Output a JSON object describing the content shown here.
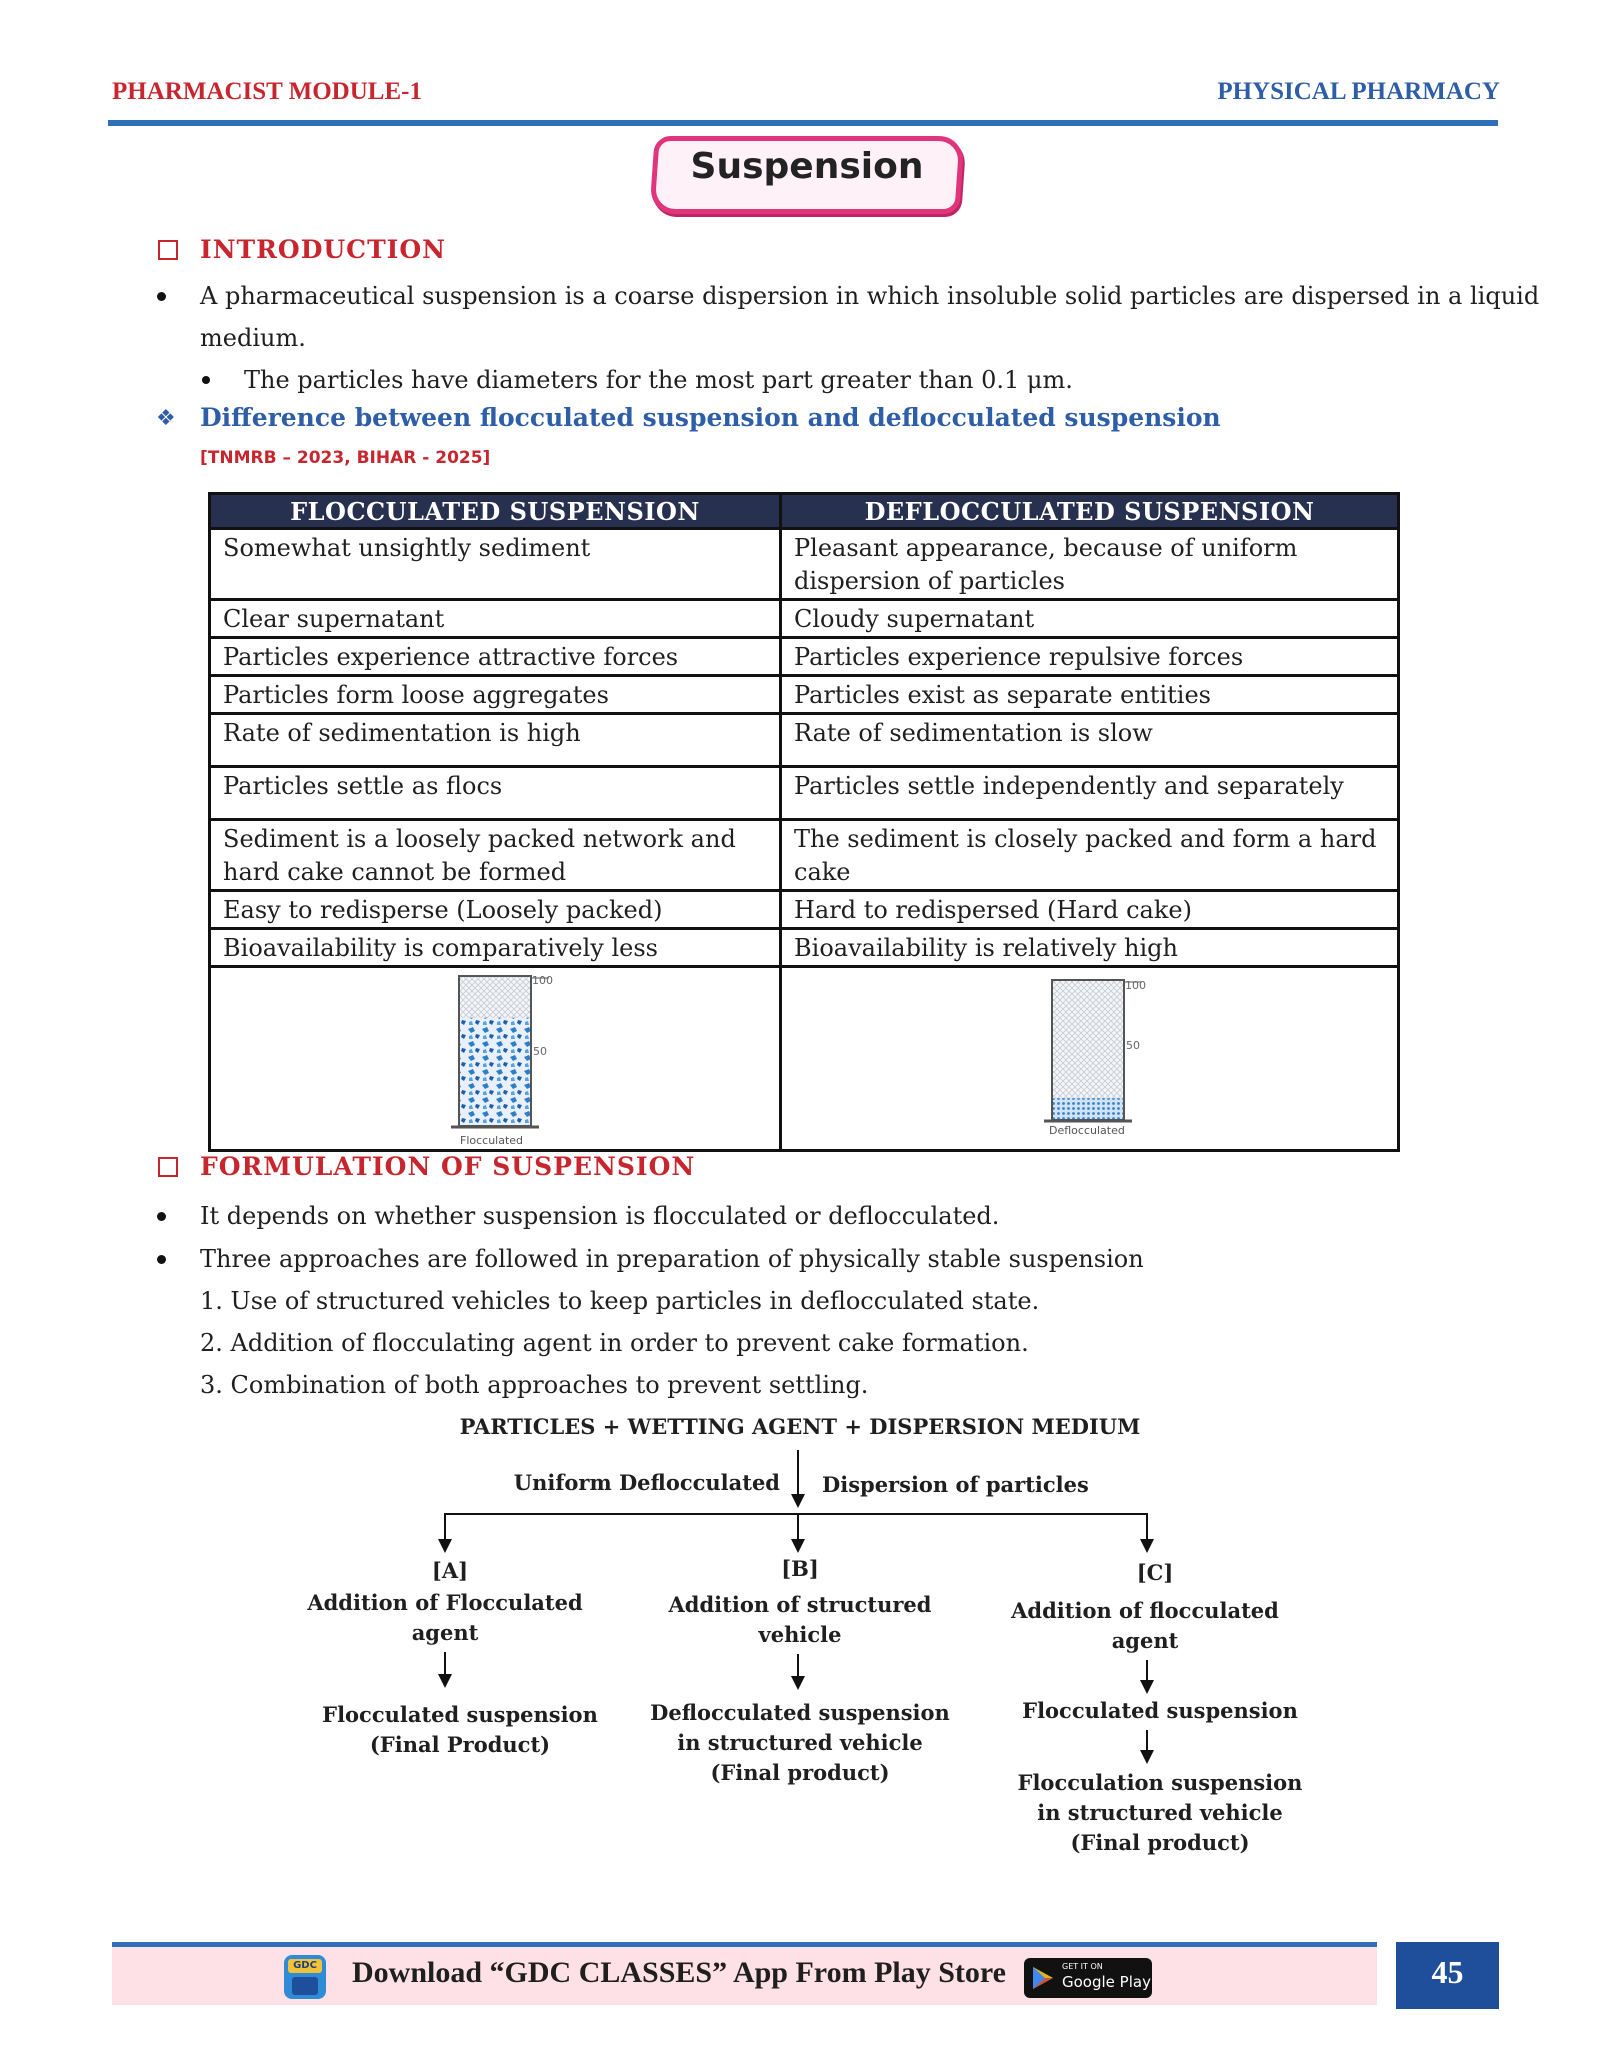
{
  "header": {
    "left": "PHARMACIST MODULE-1",
    "right": "PHYSICAL PHARMACY"
  },
  "title": "Suspension",
  "introduction": {
    "heading": "INTRODUCTION",
    "bullet1_line1": "A pharmaceutical suspension is a coarse dispersion in which insoluble solid particles are dispersed in a liquid",
    "bullet1_line2": "medium.",
    "sub_bullet": "The particles have diameters for the most part greater than 0.1 μm."
  },
  "difference": {
    "heading": "Difference between flocculated suspension and deflocculated suspension",
    "ref": "[TNMRB – 2023, BIHAR - 2025]",
    "columns": [
      "FLOCCULATED SUSPENSION",
      "DEFLOCCULATED SUSPENSION"
    ],
    "rows": [
      [
        "Somewhat unsightly sediment",
        "Pleasant appearance, because of uniform dispersion of particles"
      ],
      [
        "Clear supernatant",
        "Cloudy supernatant"
      ],
      [
        "Particles experience attractive forces",
        "Particles experience repulsive forces"
      ],
      [
        "Particles form loose aggregates",
        "Particles exist as separate entities"
      ],
      [
        "Rate of sedimentation is high",
        "Rate of sedimentation is slow"
      ],
      [
        "Particles settle as flocs",
        "Particles settle independently and separately"
      ],
      [
        "Sediment is a loosely packed network and hard cake cannot be formed",
        "The sediment is closely packed and form a hard cake"
      ],
      [
        "Easy to redisperse (Loosely packed)",
        "Hard to redispersed (Hard cake)"
      ],
      [
        "Bioavailability is comparatively less",
        "Bioavailability is relatively high"
      ]
    ],
    "images": {
      "flocculated": {
        "label": "Flocculated",
        "tick_top": "100",
        "tick_mid": "50",
        "fill": 0.72
      },
      "deflocculated": {
        "label": "Deflocculated",
        "tick_top": "100",
        "tick_mid": "50",
        "fill": 0.15
      }
    }
  },
  "formulation": {
    "heading": "FORMULATION OF SUSPENSION",
    "bullet1": "It depends on whether suspension is flocculated or deflocculated.",
    "bullet2": "Three approaches are followed in preparation of physically stable suspension",
    "items": [
      "1. Use of structured vehicles to keep particles in deflocculated state.",
      "2. Addition of flocculating agent in order to prevent cake formation.",
      "3. Combination of both approaches to prevent settling."
    ]
  },
  "flowchart": {
    "top": "PARTICLES + WETTING AGENT + DISPERSION MEDIUM",
    "left_of_arrow": "Uniform Deflocculated",
    "right_of_arrow": "Dispersion of particles",
    "a": {
      "tag": "[A]",
      "step_l1": "Addition of Flocculated",
      "step_l2": "agent",
      "result_l1": "Flocculated suspension",
      "result_l2": "(Final Product)"
    },
    "b": {
      "tag": "[B]",
      "step_l1": "Addition of structured",
      "step_l2": "vehicle",
      "result_l1": "Deflocculated suspension",
      "result_l2": "in structured vehicle",
      "result_l3": "(Final product)"
    },
    "c": {
      "tag": "[C]",
      "step_l1": "Addition of flocculated",
      "step_l2": "agent",
      "mid": "Flocculated suspension",
      "result_l1": "Flocculation suspension",
      "result_l2": "in structured vehicle",
      "result_l3": "(Final product)"
    }
  },
  "footer": {
    "text": "Download “GDC CLASSES” App From Play Store",
    "badge_small": "GET IT ON",
    "badge_big": "Google Play",
    "icon_text": "GDC",
    "page": "45"
  }
}
